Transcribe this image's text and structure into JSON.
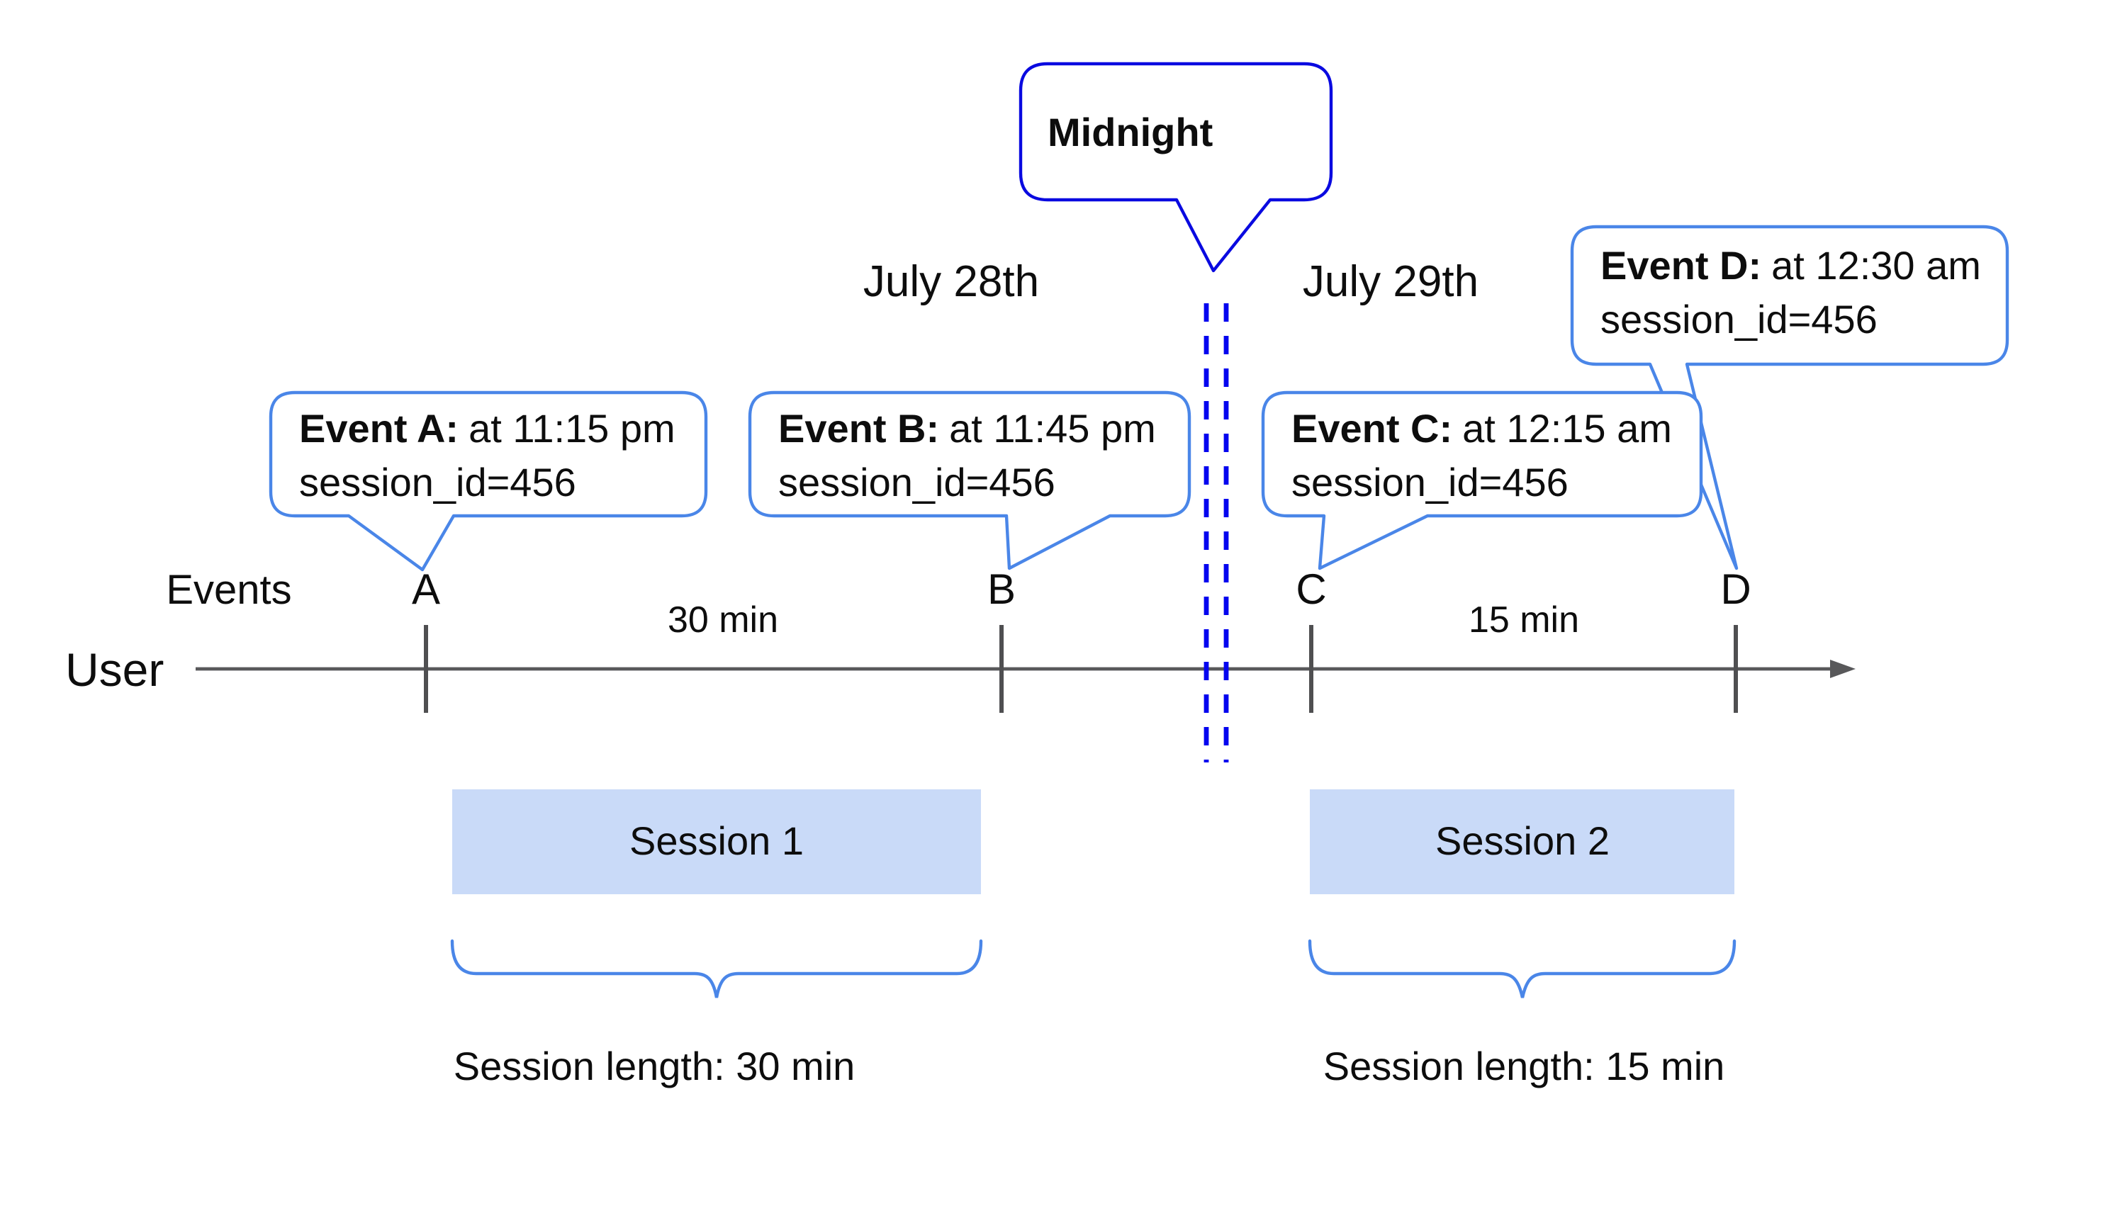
{
  "midnight": {
    "label": "Midnight"
  },
  "dates": {
    "left": "July 28th",
    "right": "July 29th"
  },
  "axis": {
    "events_label": "Events",
    "user_label": "User"
  },
  "events": [
    {
      "letter": "A",
      "title": "Event A:",
      "time": "at 11:15 pm",
      "session": "session_id=456"
    },
    {
      "letter": "B",
      "title": "Event B:",
      "time": "at 11:45 pm",
      "session": "session_id=456"
    },
    {
      "letter": "C",
      "title": "Event C:",
      "time": "at 12:15 am",
      "session": "session_id=456"
    },
    {
      "letter": "D",
      "title": "Event D:",
      "time": "at 12:30 am",
      "session": "session_id=456"
    }
  ],
  "gaps": [
    {
      "label": "30 min"
    },
    {
      "label": "15 min"
    }
  ],
  "sessions": [
    {
      "label": "Session 1",
      "length_label": "Session length: 30 min"
    },
    {
      "label": "Session 2",
      "length_label": "Session length: 15 min"
    }
  ],
  "colors": {
    "event_bubble_border": "#4a86e8",
    "midnight_bubble_border": "#0a0ae0",
    "dashed_line": "#0505ef",
    "session_fill": "#c9daf8",
    "axis_gray": "#58585a",
    "text": "#0d0d0d"
  }
}
